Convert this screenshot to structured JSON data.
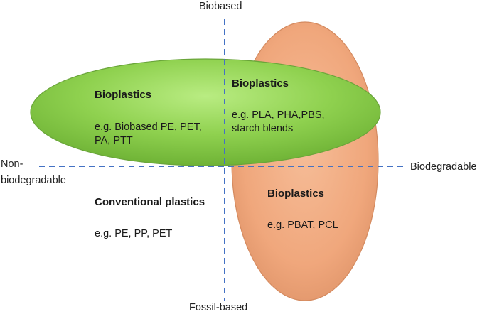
{
  "axes": {
    "top_label": "Biobased",
    "bottom_label": "Fossil-based",
    "left_label_line1": "Non-",
    "left_label_line2": "biodegradable",
    "right_label": "Biodegradable"
  },
  "regions": {
    "biobased_nonbio": {
      "title": "Bioplastics",
      "line1": "e.g. Biobased PE, PET,",
      "line2": "PA, PTT"
    },
    "biobased_bio": {
      "title": "Bioplastics",
      "line1": "e.g. PLA, PHA,PBS,",
      "line2": "starch blends"
    },
    "fossil_bio": {
      "title": "Bioplastics",
      "line1": "e.g. PBAT, PCL"
    },
    "fossil_nonbio": {
      "title": "Conventional plastics",
      "line1": "e.g. PE, PP, PET"
    }
  },
  "colors": {
    "green_fill": "#8fd14f",
    "orange_fill": "#f0a77c",
    "axis_line": "#4472c4"
  }
}
